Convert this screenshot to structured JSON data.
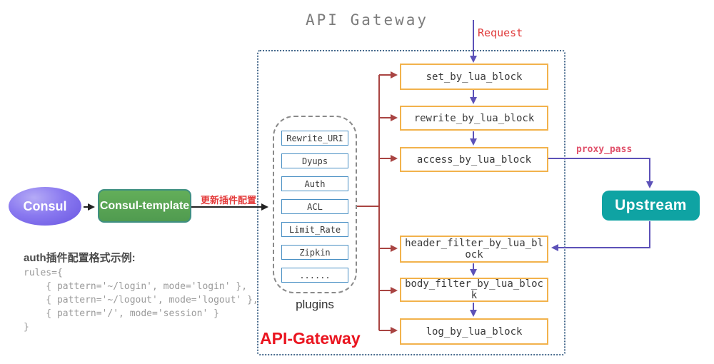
{
  "title": "API Gateway",
  "request_label": "Request",
  "proxy_pass_label": "proxy_pass",
  "update_config_label": "更新插件配置",
  "gateway_box_label": "API-Gateway",
  "plugins_caption": "plugins",
  "nodes": {
    "consul": "Consul",
    "consul_template": "Consul-template",
    "upstream": "Upstream"
  },
  "plugins": [
    "Rewrite_URI",
    "Dyups",
    "Auth",
    "ACL",
    "Limit_Rate",
    "Zipkin",
    "......"
  ],
  "phases": [
    "set_by_lua_block",
    "rewrite_by_lua_block",
    "access_by_lua_block",
    "header_filter_by_lua_block",
    "body_filter_by_lua_block",
    "log_by_lua_block"
  ],
  "auth_example": {
    "heading": "auth插件配置格式示例:",
    "lines": [
      "rules={",
      "    { pattern='~/login', mode='login' },",
      "    { pattern='~/logout', mode='logout' },",
      "    { pattern='/', mode='session' }",
      "}"
    ]
  },
  "colors": {
    "accent_red": "#e03c3c",
    "line_red": "#a94442",
    "line_purple": "#5c51b8",
    "phase_border": "#f2b24c",
    "plugin_border": "#4a90c4",
    "upstream_fill": "#0fa3a3",
    "consul_template_fill": "#58a355",
    "consul_fill": "#7b68ee",
    "gateway_label_red": "#ea1520",
    "title_gray": "#7c7c7c"
  }
}
